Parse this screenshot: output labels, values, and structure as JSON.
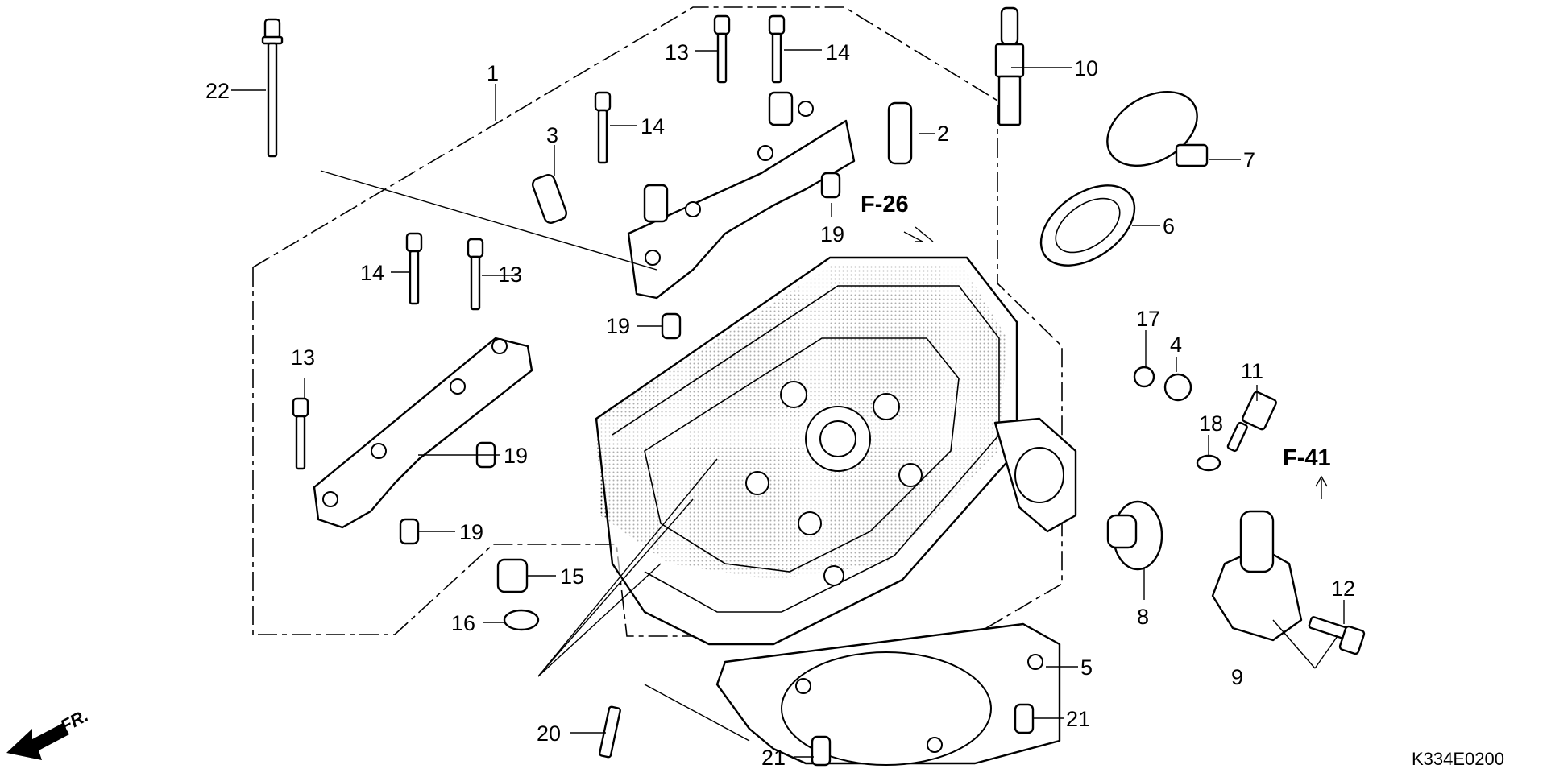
{
  "diagram": {
    "callouts": [
      "1",
      "2",
      "3",
      "4",
      "5",
      "6",
      "7",
      "8",
      "9",
      "10",
      "11",
      "12",
      "13",
      "14",
      "15",
      "16",
      "17",
      "18",
      "19",
      "20",
      "21",
      "22"
    ],
    "part_labels": {
      "p1": "1",
      "p2": "2",
      "p3": "3",
      "p4": "4",
      "p5": "5",
      "p6": "6",
      "p7": "7",
      "p8": "8",
      "p9": "9",
      "p10": "10",
      "p11": "11",
      "p12": "12",
      "p13a": "13",
      "p13b": "13",
      "p13c": "13",
      "p14a": "14",
      "p14b": "14",
      "p14c": "14",
      "p15": "15",
      "p16": "16",
      "p17": "17",
      "p18": "18",
      "p19a": "19",
      "p19b": "19",
      "p19c": "19",
      "p19d": "19",
      "p20": "20",
      "p21a": "21",
      "p21b": "21",
      "p22": "22"
    },
    "references": {
      "f26": "F-26",
      "f41": "F-41"
    },
    "direction_label": "FR.",
    "figure_code": "K334E0200"
  }
}
